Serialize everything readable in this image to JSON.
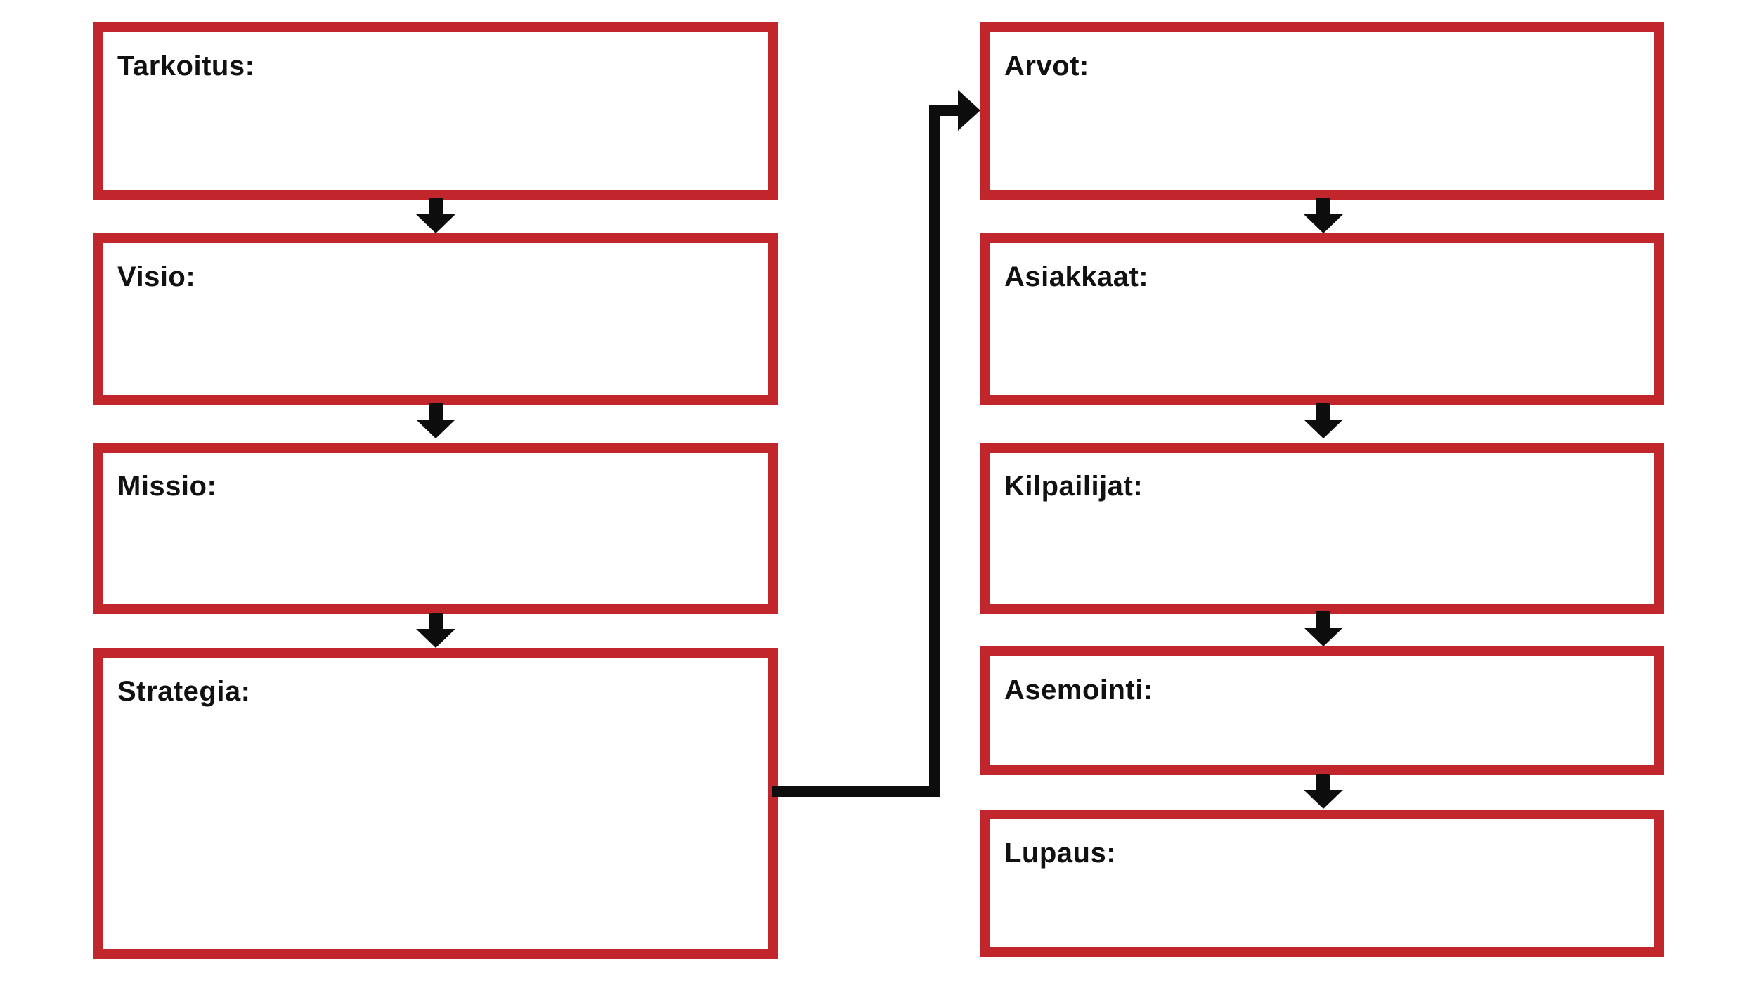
{
  "theme": {
    "background": "#ffffff",
    "box_border_red": "#c0262b",
    "box_fill": "#ffffff",
    "arrow_color": "#0d0d0d",
    "label_color": "#111111"
  },
  "diagram": {
    "left_column": [
      {
        "label": "Tarkoitus:"
      },
      {
        "label": "Visio:"
      },
      {
        "label": "Missio:"
      },
      {
        "label": "Strategia:"
      }
    ],
    "right_column": [
      {
        "label": "Arvot:"
      },
      {
        "label": "Asiakkaat:"
      },
      {
        "label": "Kilpailijat:"
      },
      {
        "label": "Asemointi:"
      },
      {
        "label": "Lupaus:"
      }
    ]
  }
}
